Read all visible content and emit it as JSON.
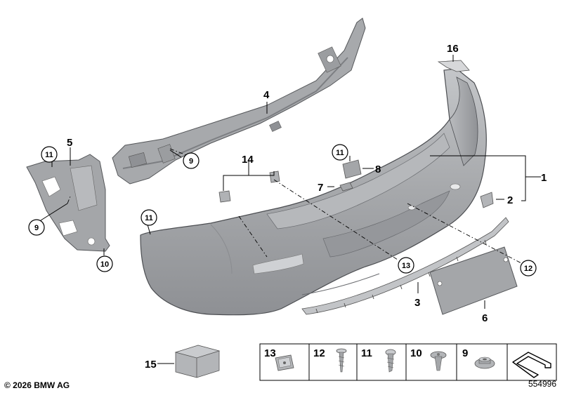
{
  "callouts": {
    "c1": "1",
    "c2": "2",
    "c3": "3",
    "c4": "4",
    "c5": "5",
    "c6": "6",
    "c7": "7",
    "c8": "8",
    "c14": "14",
    "c15": "15",
    "c16": "16"
  },
  "circled": {
    "c11a": "11",
    "c11b": "11",
    "c11c": "11",
    "c9a": "9",
    "c9b": "9",
    "c10": "10",
    "c13": "13",
    "c12": "12"
  },
  "legend": {
    "items": [
      {
        "number": "13",
        "icon": "clip-nut-icon"
      },
      {
        "number": "12",
        "icon": "screw-icon"
      },
      {
        "number": "11",
        "icon": "screw-icon"
      },
      {
        "number": "10",
        "icon": "expanding-rivet-icon"
      },
      {
        "number": "9",
        "icon": "nut-icon"
      },
      {
        "number": "",
        "icon": "tool-arrow-icon"
      }
    ]
  },
  "footer": {
    "copyright": "© 2026 BMW AG",
    "diagram_number": "554996"
  },
  "colors": {
    "part_fill": "#a9abae",
    "part_dark": "#8c8e92",
    "part_light": "#c9cbce",
    "line": "#000000"
  }
}
